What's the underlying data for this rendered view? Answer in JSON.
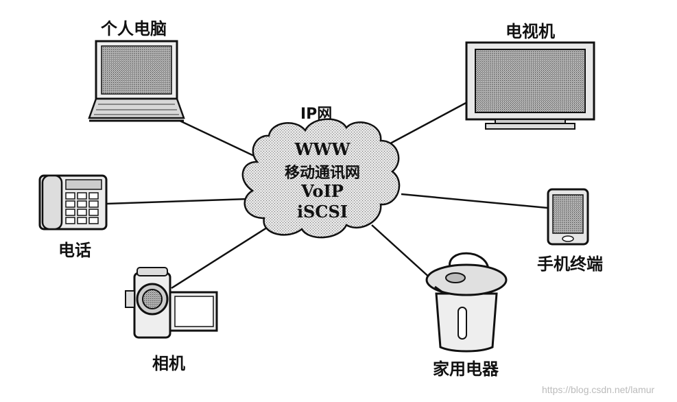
{
  "network": {
    "title": "IP网",
    "services": [
      "WWW",
      "移动通讯网",
      "VoIP",
      "iSCSI"
    ]
  },
  "devices": {
    "pc": "个人电脑",
    "tv": "电视机",
    "phone": "电话",
    "mobile": "手机终端",
    "camera": "相机",
    "appliance": "家用电器"
  },
  "watermark": "https://blog.csdn.net/lamur",
  "colors": {
    "line": "#111111",
    "cloud_fill": "#cfcfcf",
    "screen_fill": "#9a9a9a"
  }
}
